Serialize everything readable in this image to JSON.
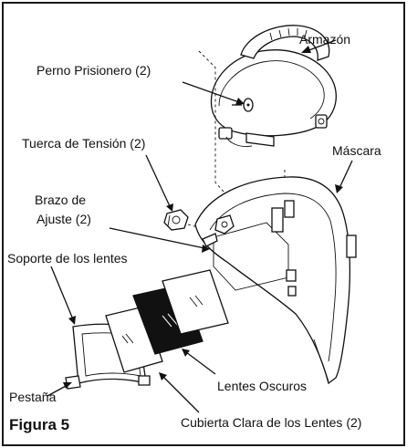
{
  "labels": {
    "armazon": "Armazón",
    "perno": "Perno Prisionero (2)",
    "tuerca": "Tuerca de Tensión (2)",
    "mascara": "Máscara",
    "brazo_line1": "Brazo de",
    "brazo_line2": "Ajuste (2)",
    "soporte": "Soporte de los lentes",
    "pestana": "Pestaña",
    "lentes_oscuros": "Lentes Oscuros",
    "cubierta": "Cubierta Clara de los Lentes (2)"
  },
  "figure_title": "Figura 5"
}
